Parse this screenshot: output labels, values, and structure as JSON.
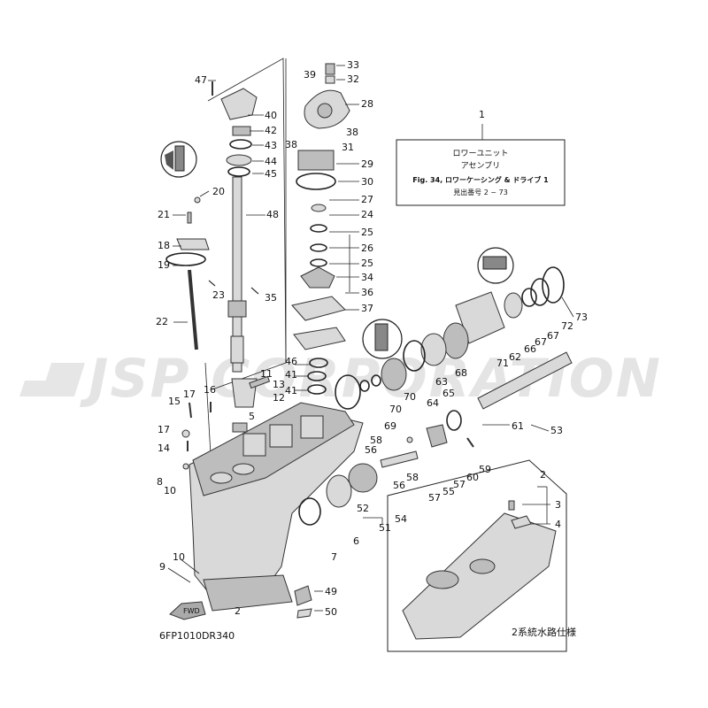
{
  "watermark": "JSP CORPORATION",
  "diagram_code": "6FP1010DR340",
  "info_box": {
    "ref_number": "1",
    "line1": "ロワーユニット",
    "line2": "アセンブリ",
    "line3": "Fig. 34, ロワーケーシング & ドライブ 1",
    "line4": "見出番号 2 ~ 73"
  },
  "inset": {
    "caption": "2系統水路仕様",
    "ref_number": "2",
    "callouts": [
      "3",
      "4"
    ]
  },
  "fwd_label": "FWD",
  "callouts": [
    "2",
    "5",
    "6",
    "7",
    "8",
    "9",
    "10",
    "10",
    "11",
    "12",
    "13",
    "14",
    "15",
    "16",
    "17",
    "17",
    "18",
    "19",
    "20",
    "21",
    "22",
    "23",
    "24",
    "25",
    "25",
    "26",
    "27",
    "28",
    "29",
    "30",
    "31",
    "32",
    "33",
    "34",
    "35",
    "36",
    "37",
    "38",
    "38",
    "39",
    "40",
    "41",
    "41",
    "42",
    "43",
    "44",
    "45",
    "46",
    "47",
    "48",
    "49",
    "50",
    "51",
    "52",
    "53",
    "54",
    "55",
    "56",
    "56",
    "57",
    "57",
    "58",
    "58",
    "59",
    "60",
    "61",
    "62",
    "63",
    "64",
    "65",
    "66",
    "67",
    "67",
    "68",
    "69",
    "70",
    "70",
    "71",
    "72",
    "73"
  ]
}
